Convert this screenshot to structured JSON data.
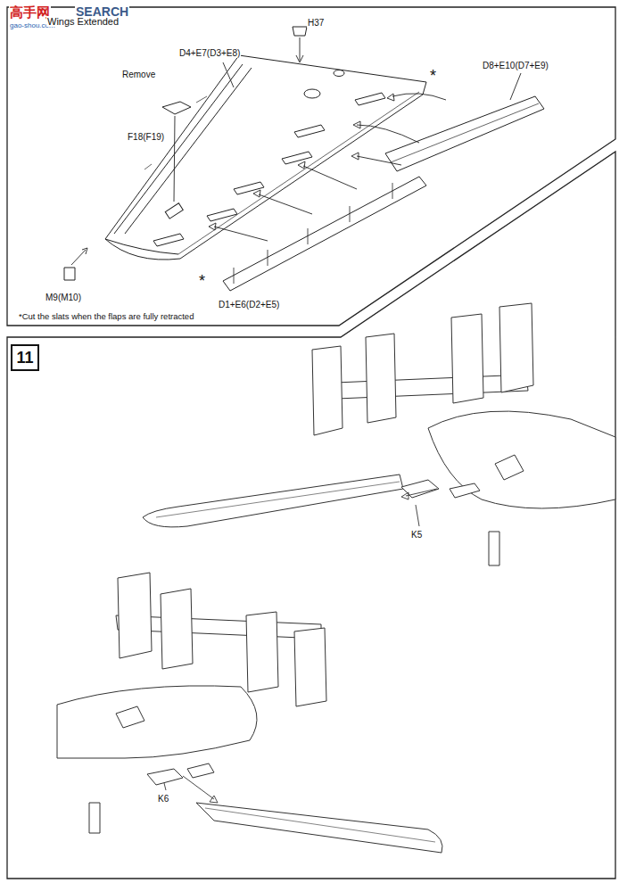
{
  "diagram": {
    "nodes": [
      {
        "text": [
          "11"
        ]
      }
    ],
    "labels": [
      "高手网",
      "SEARCH",
      "gao-shou.com",
      "Wings Extended",
      "H37",
      "D4+E7(D3+E8)",
      "D8+E10(D7+E9)",
      "Remove",
      "F18(F19)",
      "*",
      "*",
      "M9(M10)",
      "D1+E6(D2+E5)",
      "*Cut the slats when the flaps are fully retracted",
      "K5",
      "K6"
    ]
  }
}
